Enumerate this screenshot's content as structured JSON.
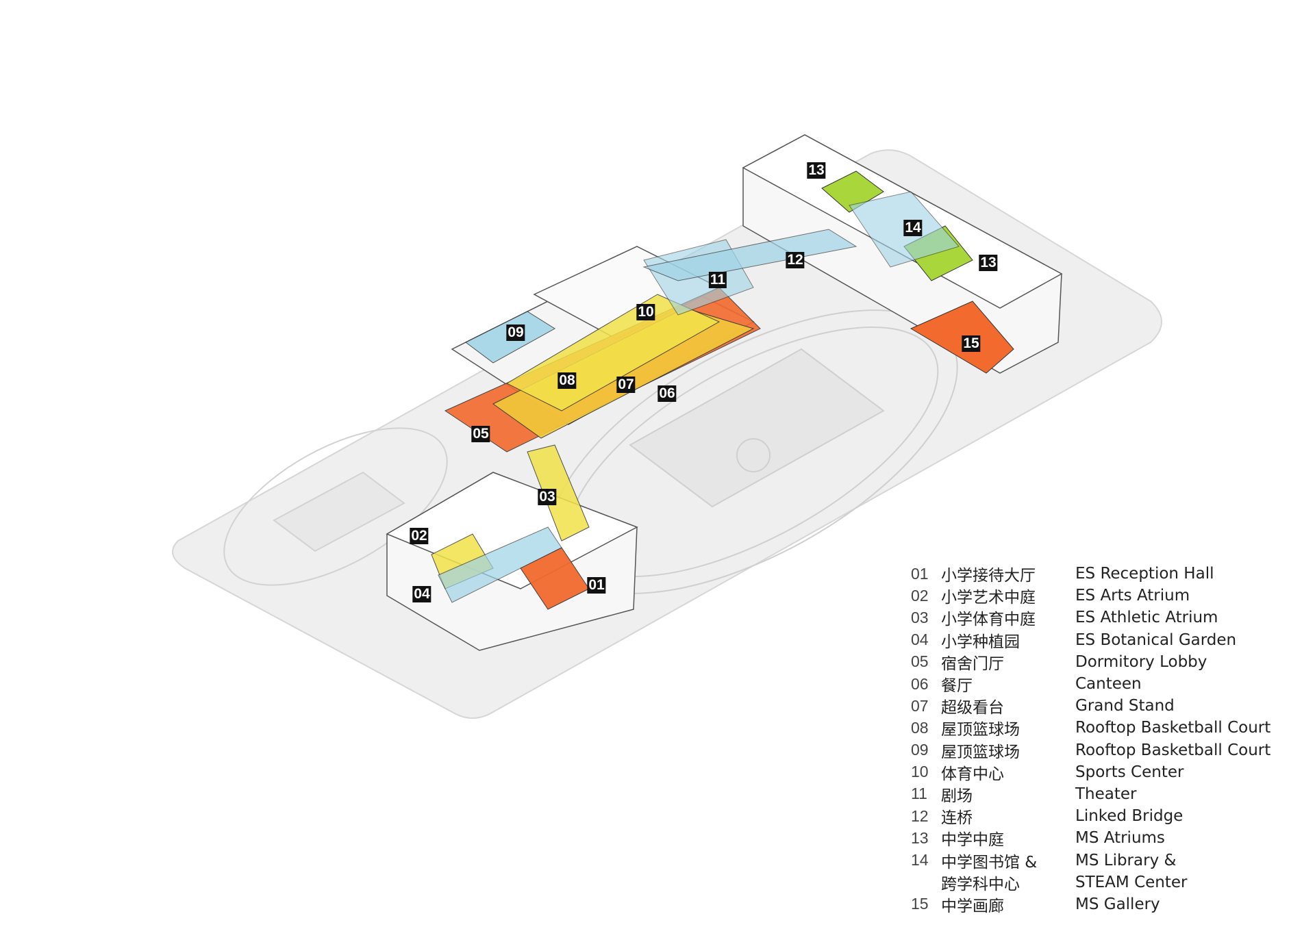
{
  "title": "Campus Program Axonometric",
  "colors": {
    "yellow": "#f2e24a",
    "orange": "#f26a2e",
    "blue": "#9fd3e6",
    "green": "#a9d63a",
    "ground": "#eeeeee"
  },
  "tags": [
    "01",
    "02",
    "03",
    "04",
    "05",
    "06",
    "07",
    "08",
    "09",
    "10",
    "11",
    "12",
    "13",
    "14",
    "13",
    "15"
  ],
  "legend": [
    {
      "num": "01",
      "zh": "小学接待大厅",
      "en": "ES Reception Hall"
    },
    {
      "num": "02",
      "zh": "小学艺术中庭",
      "en": "ES Arts Atrium"
    },
    {
      "num": "03",
      "zh": "小学体育中庭",
      "en": "ES Athletic Atrium"
    },
    {
      "num": "04",
      "zh": "小学种植园",
      "en": "ES Botanical Garden"
    },
    {
      "num": "05",
      "zh": "宿舍门厅",
      "en": "Dormitory Lobby"
    },
    {
      "num": "06",
      "zh": "餐厅",
      "en": "Canteen"
    },
    {
      "num": "07",
      "zh": "超级看台",
      "en": "Grand Stand"
    },
    {
      "num": "08",
      "zh": "屋顶篮球场",
      "en": "Rooftop Basketball Court"
    },
    {
      "num": "09",
      "zh": "屋顶篮球场",
      "en": "Rooftop Basketball Court"
    },
    {
      "num": "10",
      "zh": "体育中心",
      "en": "Sports Center"
    },
    {
      "num": "11",
      "zh": "剧场",
      "en": "Theater"
    },
    {
      "num": "12",
      "zh": "连桥",
      "en": "Linked Bridge"
    },
    {
      "num": "13",
      "zh": "中学中庭",
      "en": "MS Atriums"
    },
    {
      "num": "14",
      "zh": "中学图书馆 &",
      "en": "MS Library &"
    },
    {
      "num": "",
      "zh": "跨学科中心",
      "en": "STEAM Center"
    },
    {
      "num": "15",
      "zh": "中学画廊",
      "en": "MS Gallery"
    }
  ]
}
